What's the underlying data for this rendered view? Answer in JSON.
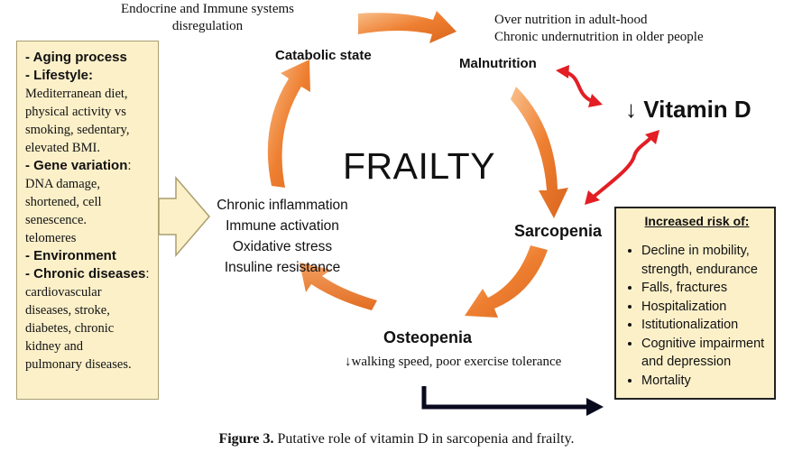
{
  "annotations": {
    "dysregulation": [
      "Endocrine and Immune systems",
      "disregulation"
    ],
    "nutrition": [
      "Over nutrition in adult-hood",
      "Chronic undernutrition in older people"
    ],
    "walking": "↓walking speed, poor exercise tolerance"
  },
  "cycle": {
    "center_title": "FRAILTY",
    "nodes": {
      "catabolic": "Catabolic state",
      "malnutrition": "Malnutrition",
      "sarcopenia": "Sarcopenia",
      "osteopenia": "Osteopenia"
    },
    "mechanisms": [
      "Chronic inflammation",
      "Immune activation",
      "Oxidative stress",
      "Insuline resistance"
    ]
  },
  "vitamin_d": {
    "arrow_symbol": "↓",
    "label": "Vitamin D"
  },
  "risk_factors": [
    {
      "kind": "item",
      "text": "- Aging process"
    },
    {
      "kind": "item",
      "text": "- Lifestyle:"
    },
    {
      "kind": "text",
      "text": "Mediterranean diet,"
    },
    {
      "kind": "text",
      "text": "physical activity vs"
    },
    {
      "kind": "text",
      "text": "smoking, sedentary,"
    },
    {
      "kind": "text",
      "text": "elevated BMI."
    },
    {
      "kind": "item",
      "text": "- Gene variation",
      "suffix": ":"
    },
    {
      "kind": "text",
      "text": "DNA damage,"
    },
    {
      "kind": "text",
      "text": "shortened, cell"
    },
    {
      "kind": "text",
      "text": "senescence."
    },
    {
      "kind": "text",
      "text": "telomeres"
    },
    {
      "kind": "item",
      "text": "- Environment"
    },
    {
      "kind": "item",
      "text": "- Chronic diseases",
      "suffix": ":"
    },
    {
      "kind": "text",
      "text": "cardiovascular"
    },
    {
      "kind": "text",
      "text": "diseases, stroke,"
    },
    {
      "kind": "text",
      "text": "diabetes, chronic"
    },
    {
      "kind": "text",
      "text": "kidney and"
    },
    {
      "kind": "text",
      "text": "pulmonary diseases."
    }
  ],
  "outcomes": {
    "title": "Increased risk of:",
    "items": [
      "Decline in mobility, strength, endurance",
      "Falls, fractures",
      "Hospitalization",
      "Istitutionalization",
      "Cognitive impairment and depression",
      "Mortality"
    ]
  },
  "caption": {
    "label": "Figure 3.",
    "text": " Putative role of vitamin D in sarcopenia and frailty."
  },
  "colors": {
    "cycle_arrow": "#ee7f31",
    "cycle_arrow_light": "#f7b27a",
    "vitamin_arrow": "#e31e24",
    "box_fill": "#fcf0c9",
    "left_arrow_fill": "#fcf0c9",
    "outcome_arrow": "#0a0a1e"
  }
}
